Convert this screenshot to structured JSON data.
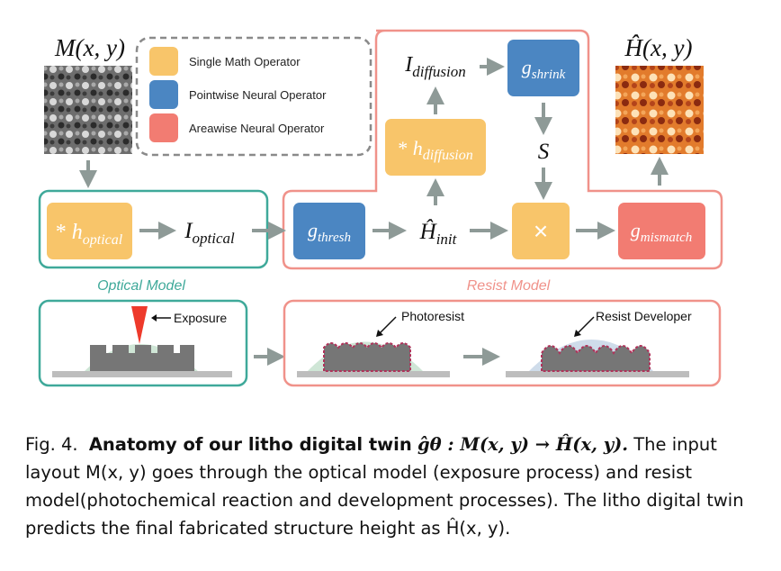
{
  "input_label": "M(x, y)",
  "output_label": "Ĥ(x, y)",
  "legend": {
    "items": [
      {
        "label": "Single Math Operator",
        "color": "#f8c56a"
      },
      {
        "label": "Pointwise Neural Operator",
        "color": "#4b86c2"
      },
      {
        "label": "Areawise Neural Operator",
        "color": "#f27c72"
      }
    ]
  },
  "optical": {
    "title": "Optical Model",
    "op_star": "*",
    "op_base": "h",
    "op_sub": "optical",
    "out_base": "I",
    "out_sub": "optical"
  },
  "resist": {
    "title": "Resist Model",
    "thresh_base": "g",
    "thresh_sub": "thresh",
    "init_base": "Ĥ",
    "init_sub": "init",
    "mult": "×",
    "mismatch_base": "g",
    "mismatch_sub": "mismatch",
    "diff_star": "*",
    "diff_base": "h",
    "diff_sub": "diffusion",
    "idiff_base": "I",
    "idiff_sub": "diffusion",
    "shrink_base": "g",
    "shrink_sub": "shrink",
    "s_label": "S"
  },
  "illustration": {
    "exposure": "Exposure",
    "photoresist": "Photoresist",
    "developer": "Resist Developer"
  },
  "colors": {
    "teal": "#3fa99a",
    "salmon": "#f0928a",
    "yellow": "#f8c56a",
    "blue": "#4b86c2",
    "red": "#f27c72",
    "arrow": "#8e9a97"
  },
  "caption": {
    "fig_label": "Fig. 4.",
    "bold": "Anatomy of our litho digital twin",
    "bold_math": "ĝθ : M(x, y) → Ĥ(x, y).",
    "text": "The input layout M(x, y) goes through the optical model (exposure process) and resist model(photochemical reaction and development processes). The litho digital twin predicts the final fabricated structure height as Ĥ(x, y)."
  }
}
